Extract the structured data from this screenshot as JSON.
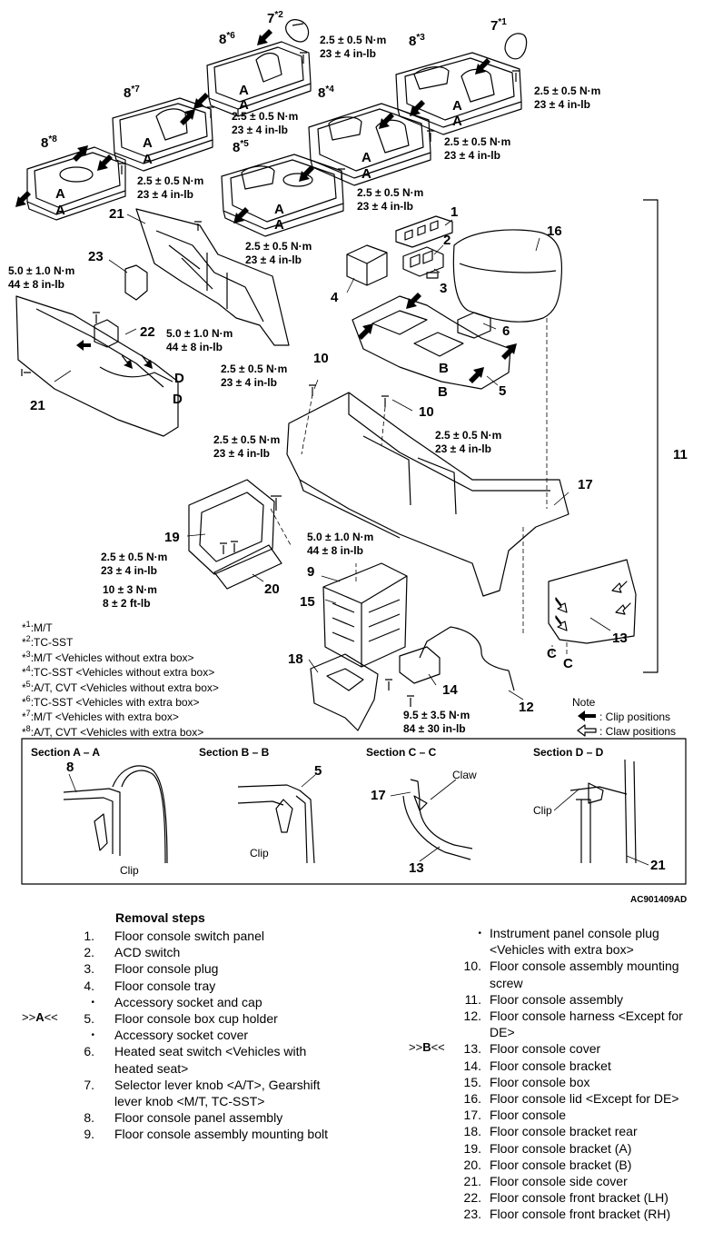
{
  "diagram": {
    "callouts": {
      "n1": "1",
      "n2": "2",
      "n3": "3",
      "n4": "4",
      "n5": "5",
      "n6": "6",
      "n7a": "7",
      "n7a_sup": "*2",
      "n7b": "7",
      "n7b_sup": "*1",
      "n8a": "8",
      "n8a_sup": "*6",
      "n8b": "8",
      "n8b_sup": "*7",
      "n8c": "8",
      "n8c_sup": "*8",
      "n8d": "8",
      "n8d_sup": "*3",
      "n8e": "8",
      "n8e_sup": "*4",
      "n8f": "8",
      "n8f_sup": "*5",
      "n9": "9",
      "n10a": "10",
      "n10b": "10",
      "n11": "11",
      "n12": "12",
      "n13": "13",
      "n14": "14",
      "n15": "15",
      "n16": "16",
      "n17": "17",
      "n18": "18",
      "n19": "19",
      "n20": "20",
      "n21a": "21",
      "n21b": "21",
      "n22": "22",
      "n23": "23"
    },
    "section_marks": {
      "a1": "A",
      "a2": "A",
      "a3": "A",
      "a4": "A",
      "a5": "A",
      "a6": "A",
      "a7": "A",
      "a8": "A",
      "a9": "A",
      "a10": "A",
      "a11": "A",
      "a12": "A",
      "b1": "B",
      "b2": "B",
      "c1": "C",
      "c2": "C",
      "d1": "D",
      "d2": "D"
    },
    "torques": {
      "t25": [
        "2.5 ± 0.5 N·m",
        "23 ± 4 in-lb"
      ],
      "t50": [
        "5.0 ± 1.0 N·m",
        "44 ± 8 in-lb"
      ],
      "t10": [
        "10 ± 3 N·m",
        "8 ± 2 ft-lb"
      ],
      "t95": [
        "9.5 ± 3.5 N·m",
        "84 ± 30 in-lb"
      ]
    },
    "footnotes": [
      {
        "mark": "1",
        "text": ":M/T"
      },
      {
        "mark": "2",
        "text": ":TC-SST"
      },
      {
        "mark": "3",
        "text": ":M/T <Vehicles without extra box>"
      },
      {
        "mark": "4",
        "text": ":TC-SST <Vehicles without extra box>"
      },
      {
        "mark": "5",
        "text": ":A/T, CVT <Vehicles without extra box>"
      },
      {
        "mark": "6",
        "text": ":TC-SST <Vehicles with extra box>"
      },
      {
        "mark": "7",
        "text": ":M/T <Vehicles with extra box>"
      },
      {
        "mark": "8",
        "text": ":A/T, CVT <Vehicles with extra box>"
      }
    ],
    "note": {
      "title": "Note",
      "clip": ": Clip positions",
      "claw": ": Claw positions"
    },
    "sections": {
      "aa": {
        "title": "Section A – A",
        "part": "8",
        "label": "Clip"
      },
      "bb": {
        "title": "Section B – B",
        "part": "5",
        "label": "Clip"
      },
      "cc": {
        "title": "Section C – C",
        "part_top": "17",
        "label": "Claw",
        "part_bottom": "13"
      },
      "dd": {
        "title": "Section D – D",
        "label": "Clip",
        "part": "21"
      }
    },
    "code": "AC901409AD"
  },
  "removal": {
    "heading": "Removal steps",
    "left": [
      {
        "num": "1.",
        "text": "Floor console switch panel"
      },
      {
        "num": "2.",
        "text": "ACD switch"
      },
      {
        "num": "3.",
        "text": "Floor console plug"
      },
      {
        "num": "4.",
        "text": "Floor console tray"
      },
      {
        "num": "•",
        "text": "Accessory socket and cap"
      },
      {
        "num": "5.",
        "text": "Floor console box cup holder",
        "mark": ">>A<<"
      },
      {
        "num": "•",
        "text": "Accessory socket cover"
      },
      {
        "num": "6.",
        "text": "Heated seat switch <Vehicles with heated seat>"
      },
      {
        "num": "7.",
        "text": "Selector lever knob <A/T>, Gearshift lever knob <M/T, TC-SST>"
      },
      {
        "num": "8.",
        "text": "Floor console panel assembly"
      },
      {
        "num": "9.",
        "text": "Floor console assembly mounting bolt"
      }
    ],
    "right": [
      {
        "num": "•",
        "text": "Instrument panel console plug <Vehicles with extra box>"
      },
      {
        "num": "10.",
        "text": "Floor console assembly mounting screw"
      },
      {
        "num": "11.",
        "text": "Floor console assembly"
      },
      {
        "num": "12.",
        "text": "Floor console harness <Except for DE>"
      },
      {
        "num": "13.",
        "text": "Floor console cover",
        "mark": ">>B<<"
      },
      {
        "num": "14.",
        "text": "Floor console bracket"
      },
      {
        "num": "15.",
        "text": "Floor console box"
      },
      {
        "num": "16.",
        "text": "Floor console lid <Except for DE>"
      },
      {
        "num": "17.",
        "text": "Floor console"
      },
      {
        "num": "18.",
        "text": "Floor console bracket rear"
      },
      {
        "num": "19.",
        "text": "Floor console bracket (A)"
      },
      {
        "num": "20.",
        "text": "Floor console bracket (B)"
      },
      {
        "num": "21.",
        "text": "Floor console side cover"
      },
      {
        "num": "22.",
        "text": "Floor console front bracket (LH)"
      },
      {
        "num": "23.",
        "text": "Floor console front bracket (RH)"
      }
    ]
  }
}
